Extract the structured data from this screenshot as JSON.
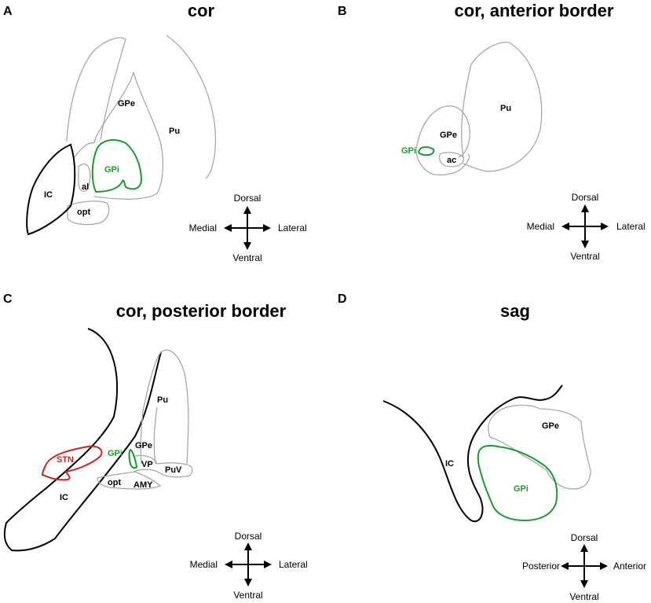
{
  "colors": {
    "structure": "#a8a8a8",
    "capsule": "#000000",
    "gpi": "#1a9a2e",
    "stn": "#d42020"
  },
  "panels": {
    "a": {
      "letter": "A",
      "title": "cor",
      "labels": {
        "gpe": "GPe",
        "pu": "Pu",
        "gpi": "GPi",
        "ic": "IC",
        "al": "al",
        "opt": "opt"
      },
      "axes": {
        "up": "Dorsal",
        "down": "Ventral",
        "left": "Medial",
        "right": "Lateral"
      }
    },
    "b": {
      "letter": "B",
      "title": "cor, anterior border",
      "labels": {
        "pu": "Pu",
        "gpe": "GPe",
        "gpi": "GPi",
        "ac": "ac"
      },
      "axes": {
        "up": "Dorsal",
        "down": "Ventral",
        "left": "Medial",
        "right": "Lateral"
      }
    },
    "c": {
      "letter": "C",
      "title": "cor, posterior border",
      "labels": {
        "pu": "Pu",
        "gpe": "GPe",
        "gpi": "GPi",
        "stn": "STN",
        "vp": "VP",
        "puv": "PuV",
        "opt": "opt",
        "amy": "AMY",
        "ic": "IC"
      },
      "axes": {
        "up": "Dorsal",
        "down": "Ventral",
        "left": "Medial",
        "right": "Lateral"
      }
    },
    "d": {
      "letter": "D",
      "title": "sag",
      "labels": {
        "gpe": "GPe",
        "gpi": "GPi",
        "ic": "IC"
      },
      "axes": {
        "up": "Dorsal",
        "down": "Ventral",
        "left": "Posterior",
        "right": "Anterior"
      }
    }
  }
}
